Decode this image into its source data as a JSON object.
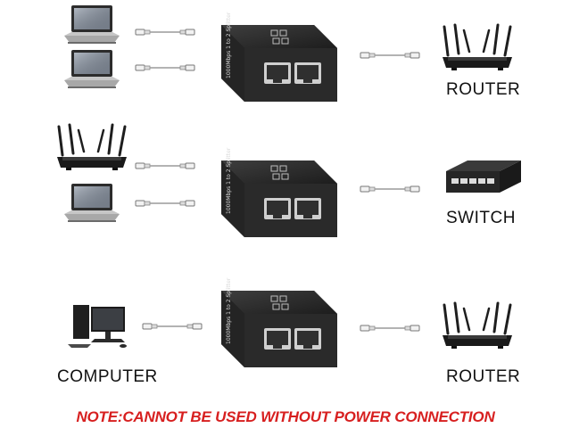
{
  "rows": [
    {
      "left_devices": [
        "laptop-icon",
        "laptop-icon"
      ],
      "right_device": "router-icon",
      "right_label": "ROUTER",
      "left_label": ""
    },
    {
      "left_devices": [
        "router-icon",
        "laptop-icon"
      ],
      "right_device": "switch-icon",
      "right_label": "SWITCH",
      "left_label": ""
    },
    {
      "left_devices": [
        "desktop-computer-icon"
      ],
      "right_device": "router-icon",
      "right_label": "ROUTER",
      "left_label": "COMPUTER"
    }
  ],
  "splitter": {
    "side_text": "1000Mbps 1 to 2 Splitter",
    "icon": "ethernet-splitter-icon"
  },
  "note": "NOTE:CANNOT BE USED WITHOUT POWER CONNECTION",
  "colors": {
    "note": "#d71f1f",
    "device_body": "#2b2b2b",
    "cable": "#9a9a9a",
    "background": "#ffffff"
  }
}
